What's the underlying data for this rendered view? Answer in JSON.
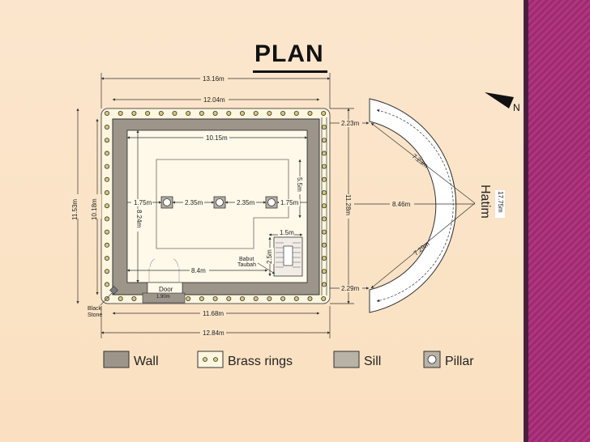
{
  "title": "PLAN",
  "compass": "N",
  "hatim_label": "Hatim",
  "dimensions": {
    "outer_width": "13.16m",
    "inner_width": "12.04m",
    "room_width": "10.15m",
    "left_height": "11.53m",
    "left_inner_height": "10.18m",
    "room_height": "8.24m",
    "right_height": "11.28m",
    "top_gap": "2.23m",
    "bottom_gap": "2.29m",
    "pillar_gap_left": "1.75m",
    "pillar_span_1": "2.35m",
    "pillar_span_2": "2.35m",
    "pillar_gap_right": "1.75m",
    "inner_recess": "5.5m",
    "stair_width": "1.5m",
    "stair_depth": "2.5m",
    "bottom_inner": "8.4m",
    "base_1": "11.68m",
    "base_2": "12.84m",
    "hatim_distance": "8.46m",
    "hatim_radius_top": "7.23m",
    "hatim_radius_bottom": "7.29m",
    "hatim_length": "17.75m"
  },
  "features": {
    "door_label": "Door",
    "door_size": "1.90m",
    "babut_line1": "Babut",
    "babut_line2": "Taubah",
    "black_stone_line1": "Black",
    "black_stone_line2": "Stone"
  },
  "legend": [
    {
      "label": "Wall"
    },
    {
      "label": "Brass rings"
    },
    {
      "label": "Sill"
    },
    {
      "label": "Pillar"
    }
  ]
}
